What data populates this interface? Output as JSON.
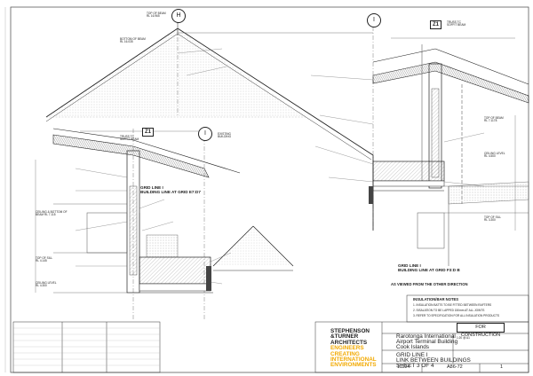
{
  "gridlines": {
    "h": "H",
    "i_main": "I",
    "i_left": "I",
    "z1_top": "Z1",
    "z1_left": "Z1"
  },
  "levels": {
    "top_of_beam_h": "TOP OF BEAM\nRL 16.965",
    "bottom_of_beam_h": "BOTTOM OF BEAM\nRL 16.035",
    "truss_tc_right": "TRUSS TC\nSOFFIT BEAM",
    "truss_tc_left": "TRUSS TC\nSOFFIT BEAM",
    "existing_building": "EXISTING\nBUILDING",
    "top_of_beam_right": "TOP OF BEAM\nRL 7.1178",
    "ceiling_level_right": "CEILING LEVEL\nRL 4.500",
    "top_of_sill_right": "TOP OF SILL\nRL 3.300",
    "ceiling_bottom_left": "CEILING & BOTTOM OF\nBEAM RL 7.115",
    "top_of_sill_left": "TOP OF SILL\nRL 4.145",
    "ceiling_level_left": "CEILING LEVEL\nRL 4.300"
  },
  "grid_line_left": "GRID LINE I\nBUILDING LINE AT GRID E7:D7",
  "grid_line_right": "GRID LINE I\nBUILDING LINE AT GRID F3:D B",
  "viewed_from": "AS VIEWED FROM THE OTHER DIRECTION",
  "notes_heading": "INSULATION/BAR NOTES",
  "notes": [
    "1. INSULATION BATTS TO BE FITTED BETWEEN RAFTERS",
    "2. SISALATION TO BE LAPPED 150mm AT ALL JOINTS",
    "3. REFER TO SPECIFICATION FOR ALL INSULATION PRODUCTS"
  ],
  "construction_status": "FOR CONSTRUCTION",
  "firm": {
    "line1": "STEPHENSON",
    "line2": "&TURNER",
    "line3": "ARCHITECTS",
    "line4": "ENGINEERS",
    "line5": "CREATING",
    "line6": "INTERNATIONAL",
    "line7": "ENVIRONMENTS"
  },
  "project": {
    "line1": "Rarotonga International",
    "line2": "Airport Terminal Building",
    "line3": "Cook Islands"
  },
  "drawing_title": {
    "line1": "GRID LINE I",
    "line2": "LINK BETWEEN BUILDINGS",
    "line3": "SHEET 3 OF 4"
  },
  "job_no": "11124",
  "drawing_no": "A86-72",
  "revision": "1",
  "scale": "1:20 @ A1"
}
